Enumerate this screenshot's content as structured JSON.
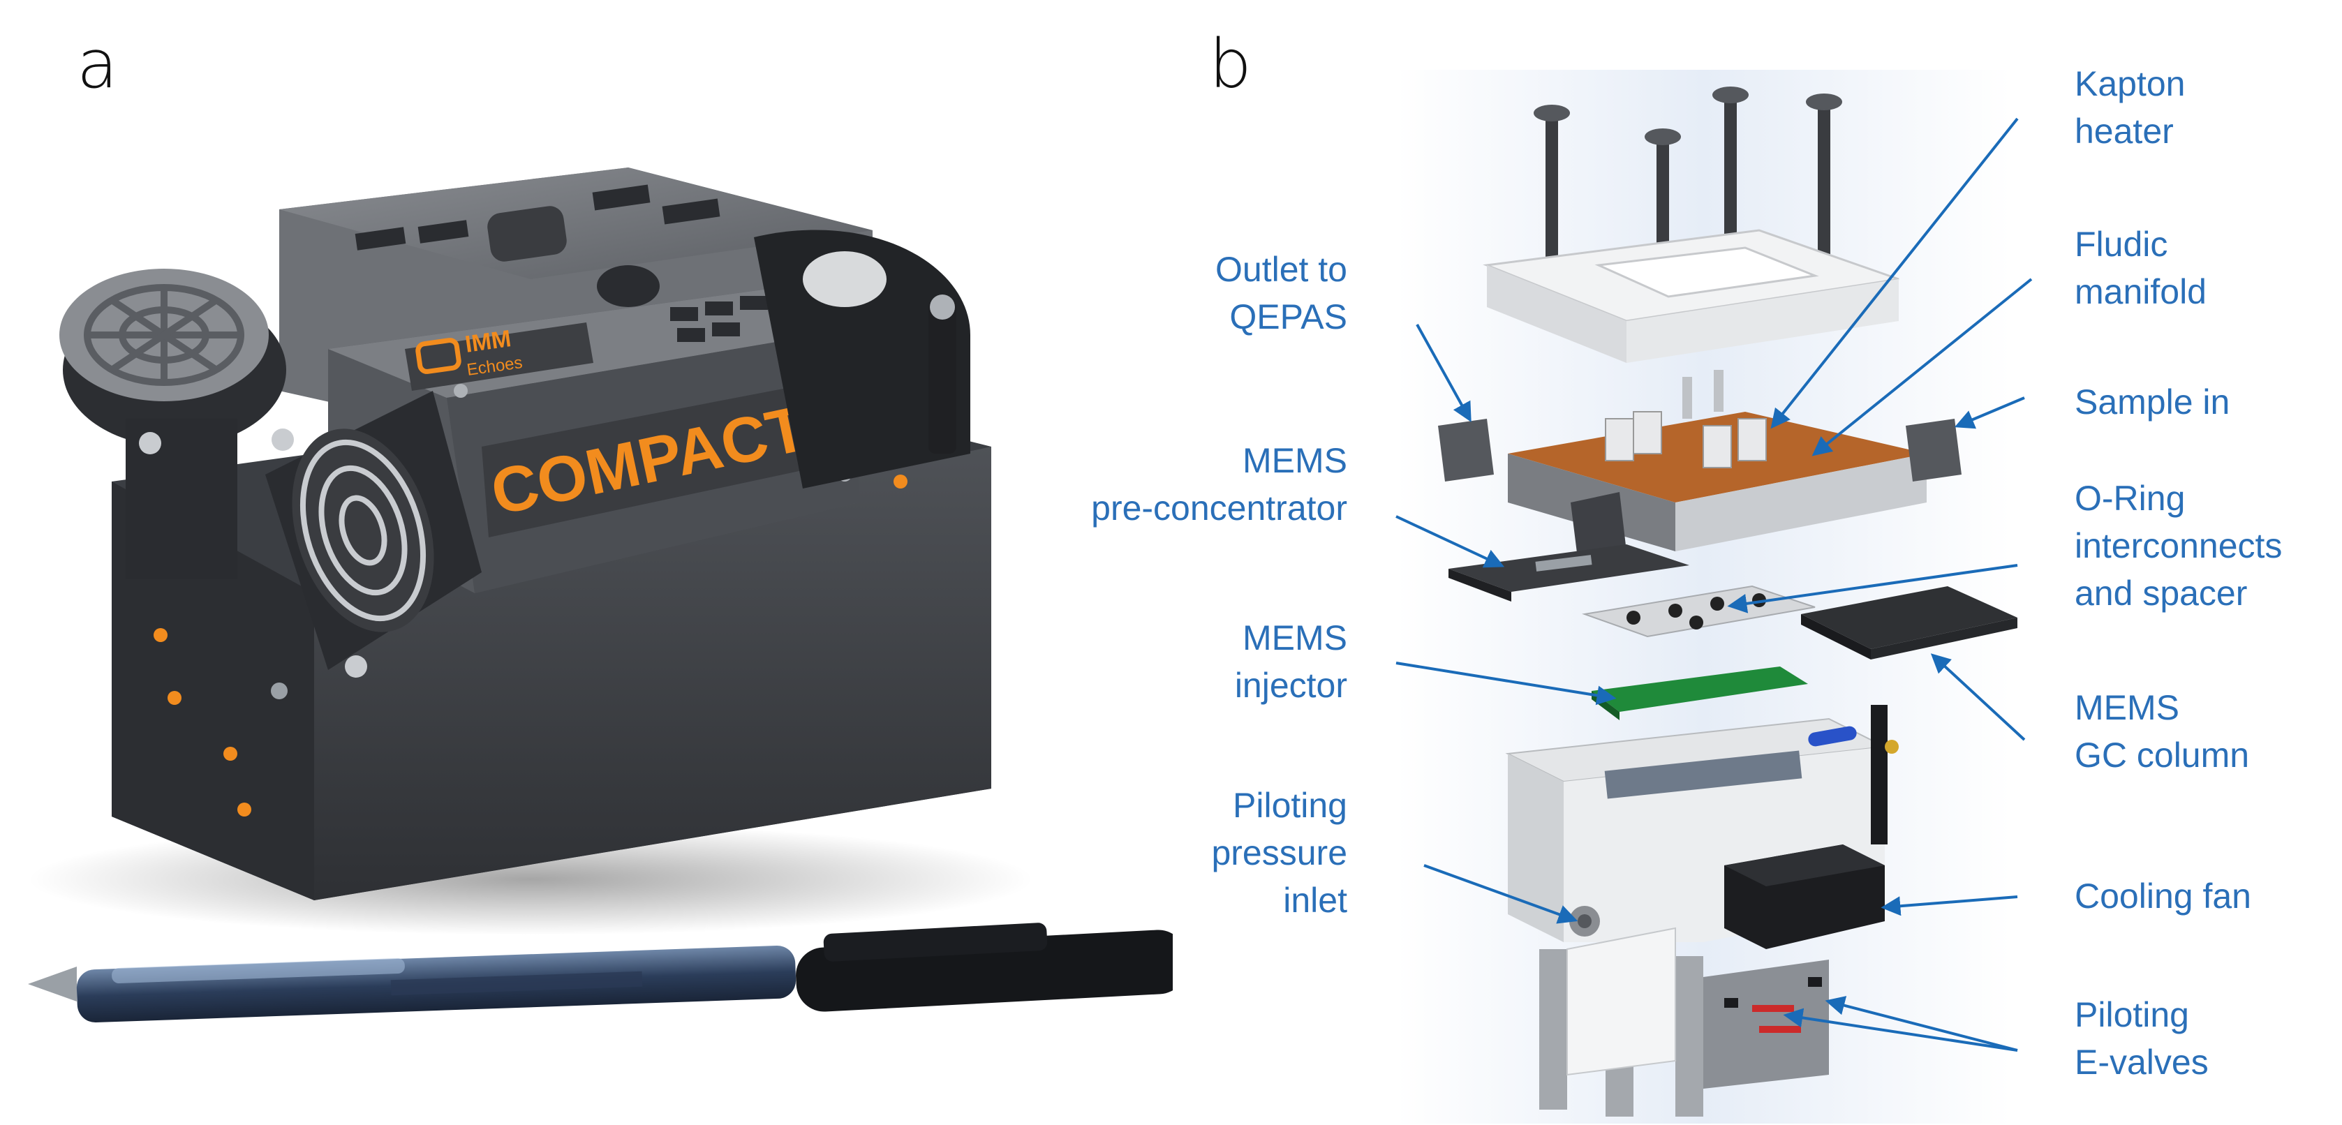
{
  "panels": {
    "a": {
      "letter": "a"
    },
    "b": {
      "letter": "b"
    }
  },
  "photo": {
    "logo_text_top": "IMM",
    "logo_text_bottom": "Echoes",
    "device_label": "COMPACT GC"
  },
  "labels": {
    "kapton": [
      "Kapton",
      "heater"
    ],
    "fluidic": [
      "Fludic",
      "manifold"
    ],
    "outlet": [
      "Outlet to",
      "QEPAS"
    ],
    "sample": [
      "Sample in"
    ],
    "memspre": [
      "MEMS",
      "pre-concentrator"
    ],
    "oring": [
      "O-Ring",
      "interconnects",
      "and spacer"
    ],
    "injector": [
      "MEMS",
      "injector"
    ],
    "gccol": [
      "MEMS",
      "GC column"
    ],
    "piloting": [
      "Piloting",
      "pressure",
      "inlet"
    ],
    "fan": [
      "Cooling fan"
    ],
    "evalves": [
      "Piloting",
      "E-valves"
    ]
  },
  "colors": {
    "callout": "#2a6fb8",
    "device_body": "#4a4d52",
    "accent_orange": "#f28c1e",
    "kapton": "#b5652a",
    "pcb_green": "#1f8a3a"
  }
}
